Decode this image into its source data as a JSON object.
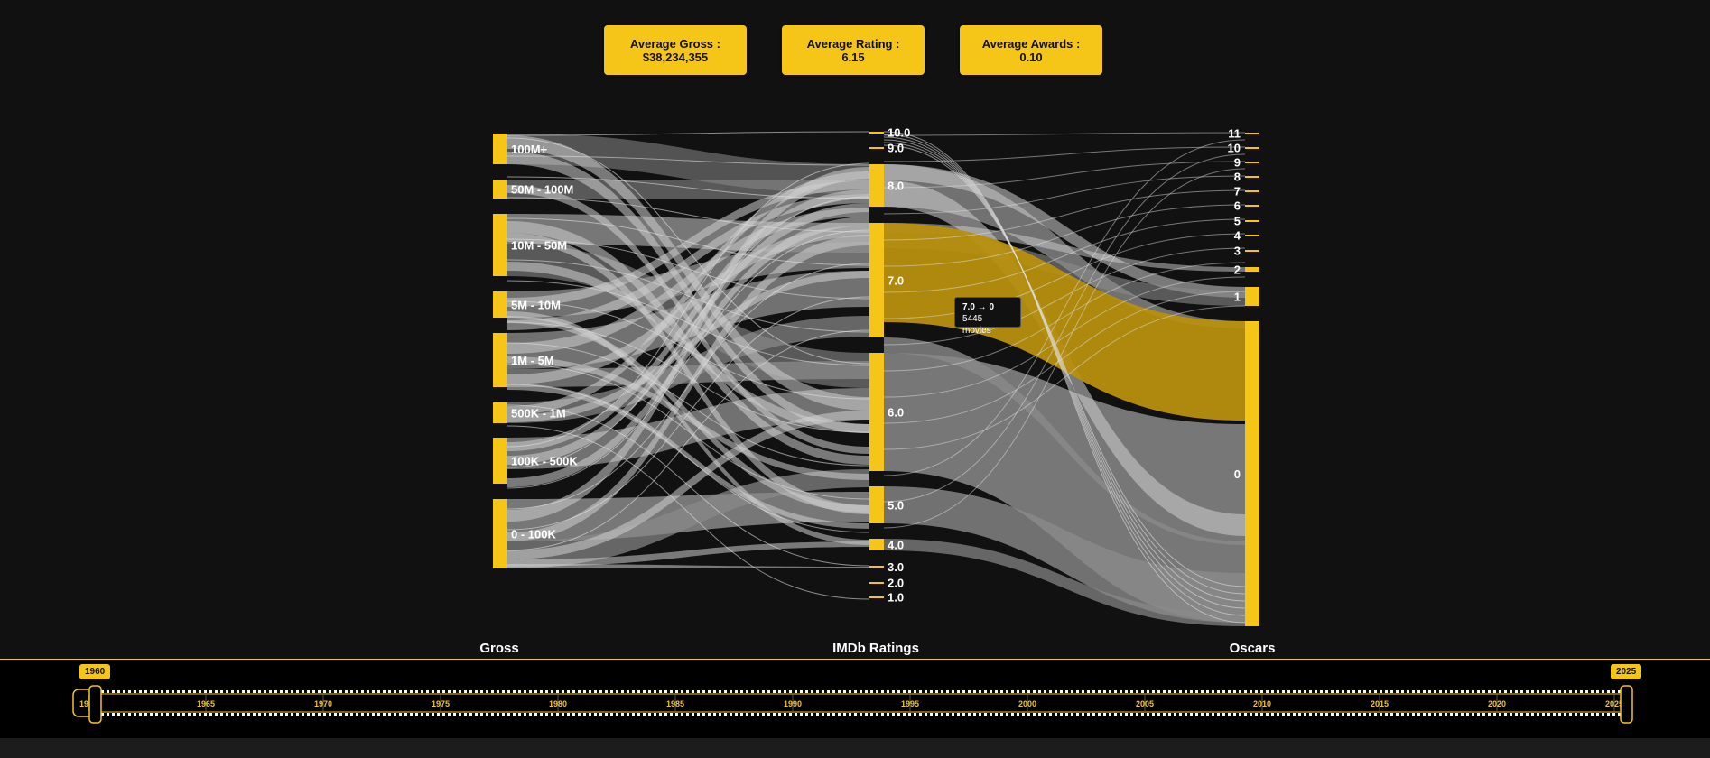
{
  "stats": {
    "gross": {
      "label": "Average Gross :",
      "value": "$38,234,355"
    },
    "rating": {
      "label": "Average Rating :",
      "value": "6.15"
    },
    "awards": {
      "label": "Average Awards :",
      "value": "0.10"
    }
  },
  "columns": {
    "gross": "Gross",
    "rating": "IMDb Ratings",
    "oscars": "Oscars"
  },
  "nodes": {
    "gross": [
      "100M+",
      "50M - 100M",
      "10M - 50M",
      "5M - 10M",
      "1M - 5M",
      "500K - 1M",
      "100K - 500K",
      "0 - 100K"
    ],
    "rating": [
      "10.0",
      "9.0",
      "8.0",
      "7.0",
      "6.0",
      "5.0",
      "4.0",
      "3.0",
      "2.0",
      "1.0"
    ],
    "oscars": [
      "11",
      "10",
      "9",
      "8",
      "7",
      "6",
      "5",
      "4",
      "3",
      "2",
      "1",
      "0"
    ]
  },
  "tooltip": {
    "title": "7.0 → 0",
    "count": "5445 movies"
  },
  "timeline": {
    "start_year": "1960",
    "end_year": "2025",
    "years": [
      "1960",
      "1965",
      "1970",
      "1975",
      "1980",
      "1985",
      "1990",
      "1995",
      "2000",
      "2005",
      "2010",
      "2015",
      "2020",
      "2025"
    ]
  },
  "colors": {
    "accent": "#f5c518",
    "link": "#8a8a8a",
    "highlight": "#b8900e",
    "background": "#111111"
  }
}
